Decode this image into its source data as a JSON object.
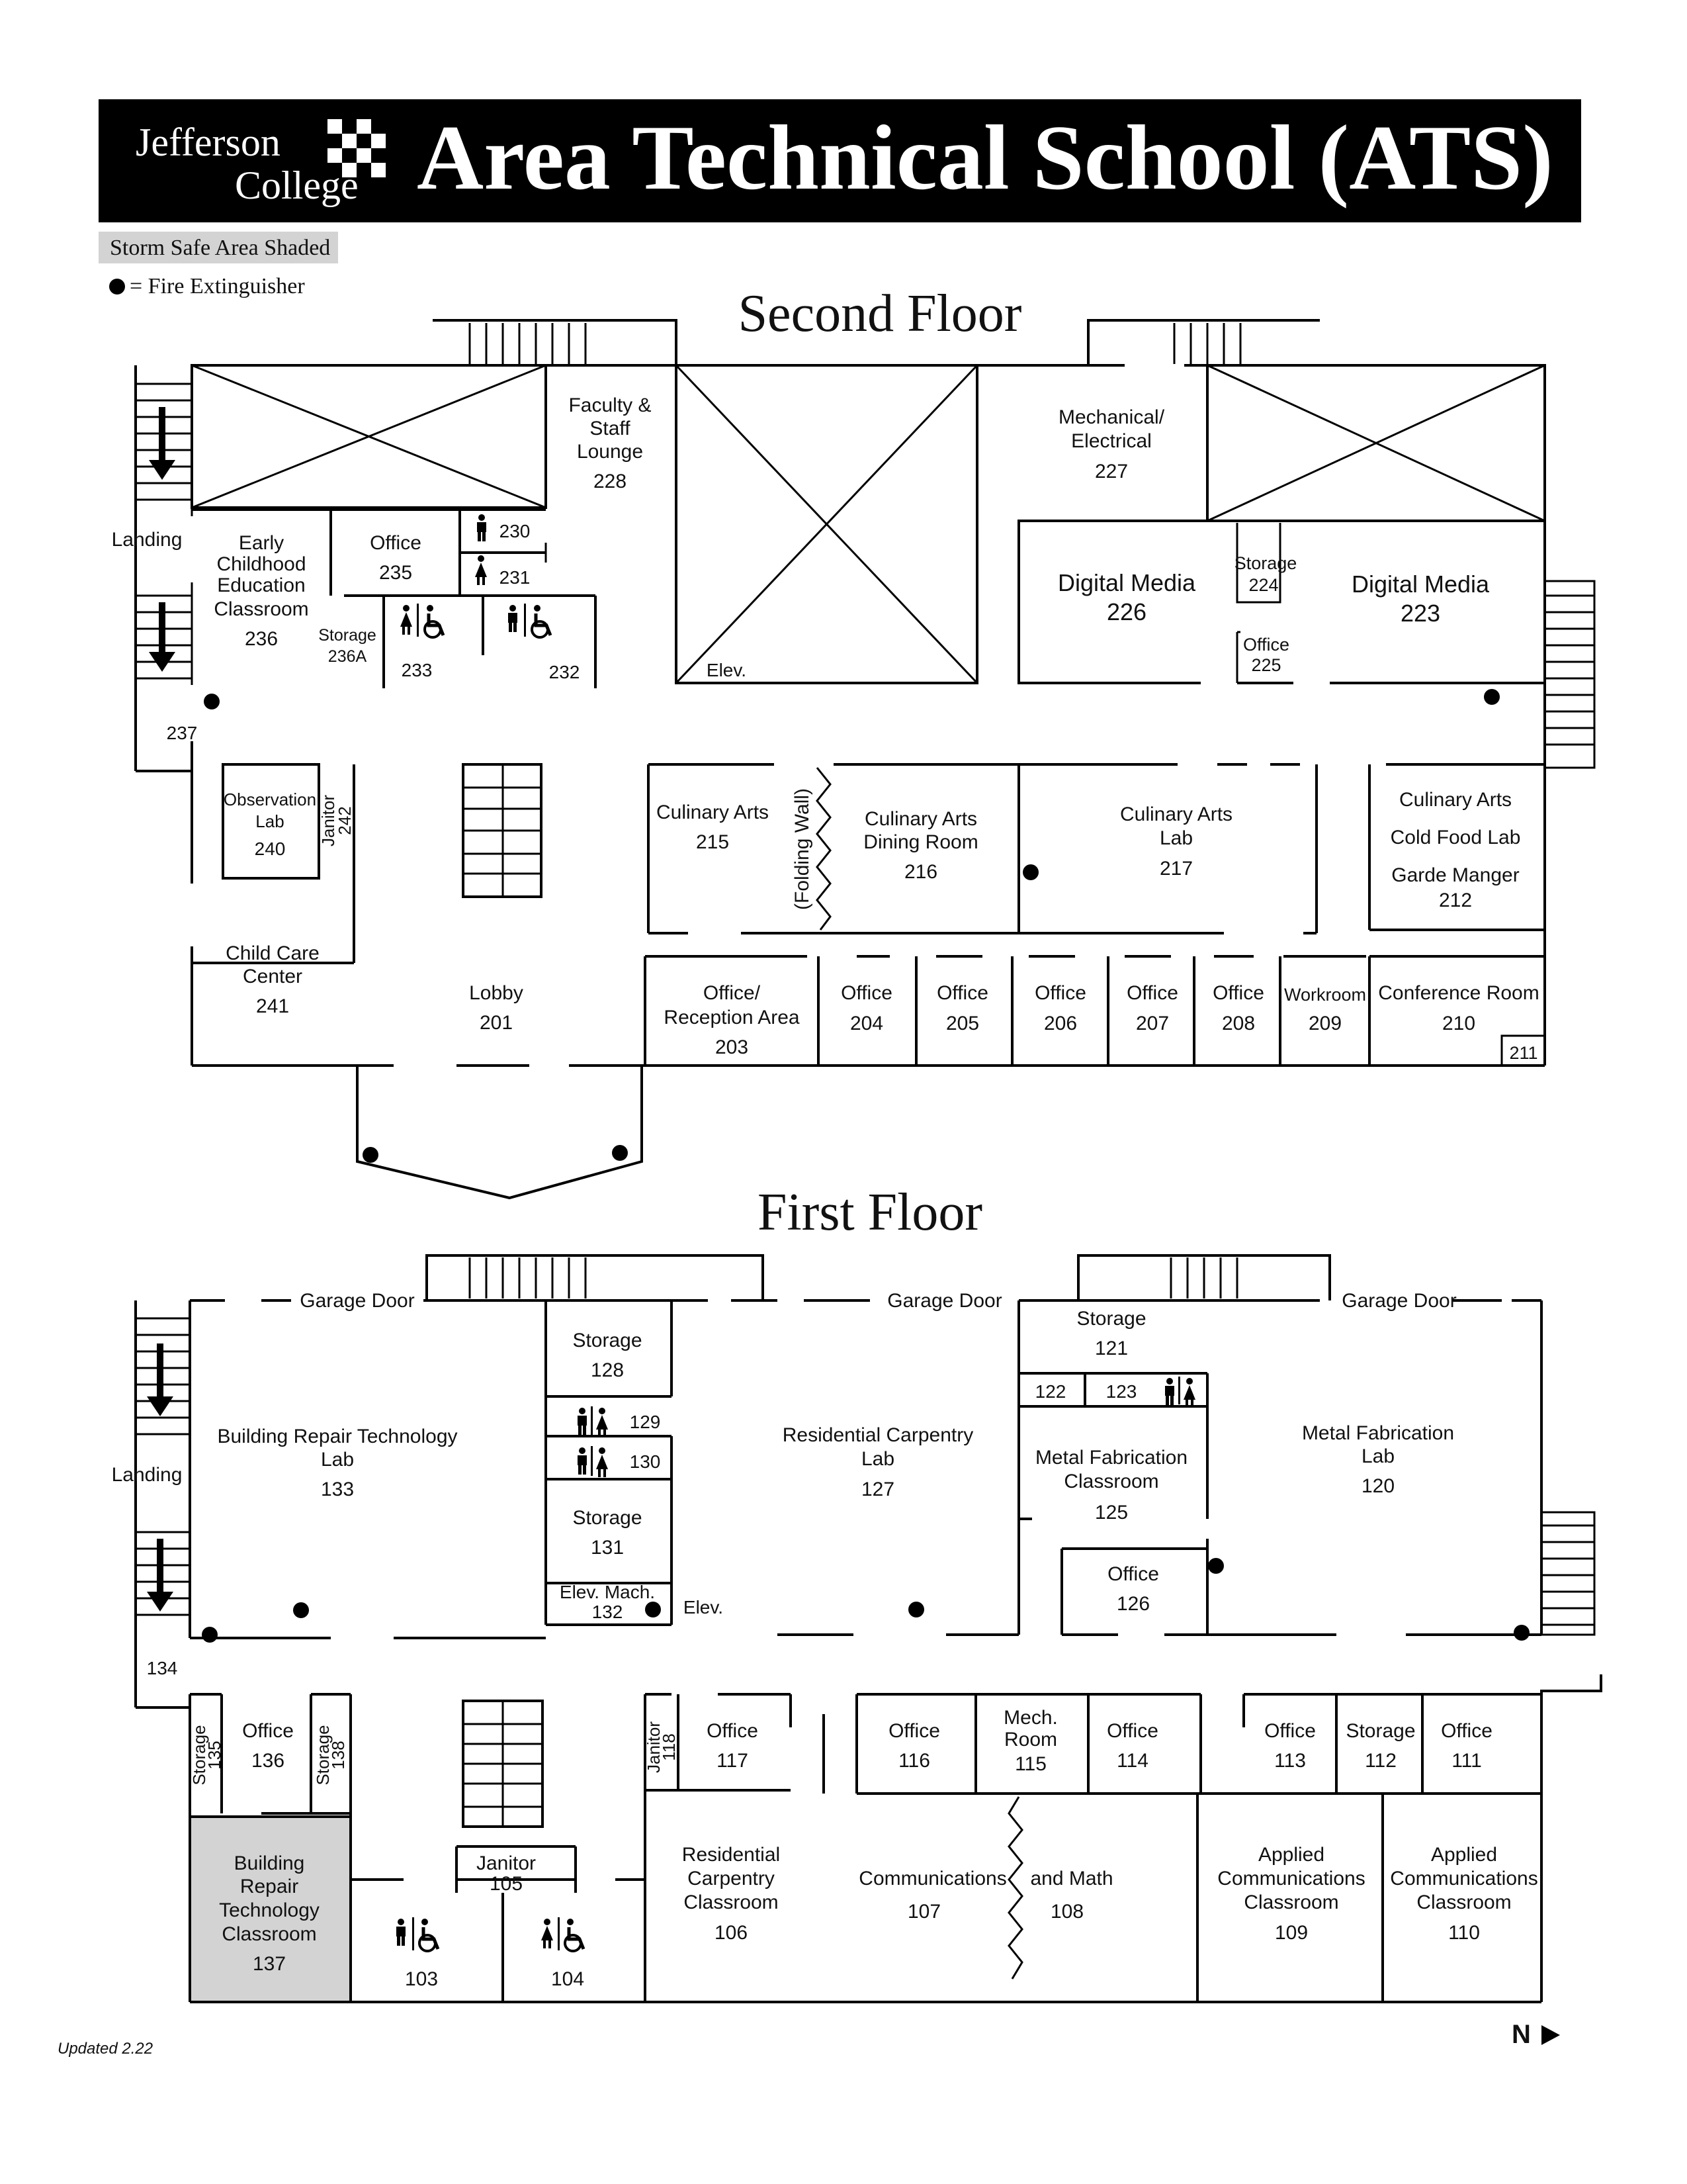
{
  "header": {
    "logo_text_1": "Jefferson",
    "logo_text_2": "College",
    "title": "Area Technical School (ATS)"
  },
  "legend": {
    "storm_safe": "Storm Safe Area Shaded",
    "fire_ext": "= Fire Extinguisher"
  },
  "colors": {
    "header_bg": "#000000",
    "shaded": "#d3d3d4",
    "ink": "#111111"
  },
  "second_floor": {
    "title": "Second Floor",
    "landing": "Landing",
    "r236": [
      "Early",
      "Childhood",
      "Education",
      "Classroom",
      "236"
    ],
    "r235": [
      "Office",
      "235"
    ],
    "r230": "230",
    "r231": "231",
    "r236a": [
      "Storage",
      "236A"
    ],
    "r233": "233",
    "r232": "232",
    "r228": [
      "Faculty &",
      "Staff",
      "Lounge",
      "228"
    ],
    "elev": "Elev.",
    "r227": [
      "Mechanical/",
      "Electrical",
      "227"
    ],
    "r226": [
      "Digital Media",
      "226"
    ],
    "r224": [
      "Storage",
      "224"
    ],
    "r225": [
      "Office",
      "225"
    ],
    "r223": [
      "Digital Media",
      "223"
    ],
    "r237": "237",
    "r240": [
      "Observation",
      "Lab",
      "240"
    ],
    "r242": [
      "Janitor",
      "242"
    ],
    "r241": [
      "Child Care",
      "Center",
      "241"
    ],
    "r201": [
      "Lobby",
      "201"
    ],
    "r215": [
      "Culinary Arts",
      "215"
    ],
    "folding": "(Folding Wall)",
    "r216": [
      "Culinary Arts",
      "Dining Room",
      "216"
    ],
    "r217": [
      "Culinary Arts",
      "Lab",
      "217"
    ],
    "r212": [
      "Culinary Arts",
      "Cold Food Lab",
      "Garde Manger",
      "212"
    ],
    "r203": [
      "Office/",
      "Reception Area",
      "203"
    ],
    "r204": [
      "Office",
      "204"
    ],
    "r205": [
      "Office",
      "205"
    ],
    "r206": [
      "Office",
      "206"
    ],
    "r207": [
      "Office",
      "207"
    ],
    "r208": [
      "Office",
      "208"
    ],
    "r209": [
      "Workroom",
      "209"
    ],
    "r210": [
      "Conference Room",
      "210"
    ],
    "r211": "211"
  },
  "first_floor": {
    "title": "First Floor",
    "landing": "Landing",
    "garage1": "Garage Door",
    "garage2": "Garage Door",
    "garage3": "Garage Door",
    "r133": [
      "Building Repair Technology",
      "Lab",
      "133"
    ],
    "r128": [
      "Storage",
      "128"
    ],
    "r129": "129",
    "r130": "130",
    "r131": [
      "Storage",
      "131"
    ],
    "r132": [
      "Elev. Mach.",
      "132"
    ],
    "elev": "Elev.",
    "r127": [
      "Residential Carpentry",
      "Lab",
      "127"
    ],
    "r121": [
      "Storage",
      "121"
    ],
    "r122": "122",
    "r123": "123",
    "r125": [
      "Metal Fabrication",
      "Classroom",
      "125"
    ],
    "r120": [
      "Metal Fabrication",
      "Lab",
      "120"
    ],
    "r126": [
      "Office",
      "126"
    ],
    "r134": "134",
    "r135": [
      "Storage",
      "135"
    ],
    "r136": [
      "Office",
      "136"
    ],
    "r138": [
      "Storage",
      "138"
    ],
    "r137": [
      "Building",
      "Repair",
      "Technology",
      "Classroom",
      "137"
    ],
    "r105": [
      "Janitor",
      "105"
    ],
    "r103": "103",
    "r104": "104",
    "r118": [
      "Janitor",
      "118"
    ],
    "r117": [
      "Office",
      "117"
    ],
    "r106": [
      "Residential",
      "Carpentry",
      "Classroom",
      "106"
    ],
    "r116": [
      "Office",
      "116"
    ],
    "r115": [
      "Mech.",
      "Room",
      "115"
    ],
    "r114": [
      "Office",
      "114"
    ],
    "r107": [
      "Communications",
      "107"
    ],
    "r108": [
      "and Math",
      "108"
    ],
    "r113": [
      "Office",
      "113"
    ],
    "r112": [
      "Storage",
      "112"
    ],
    "r111": [
      "Office",
      "111"
    ],
    "r109": [
      "Applied",
      "Communications",
      "Classroom",
      "109"
    ],
    "r110": [
      "Applied",
      "Communications",
      "Classroom",
      "110"
    ]
  },
  "footer": {
    "updated": "Updated 2.22",
    "north": "N"
  }
}
